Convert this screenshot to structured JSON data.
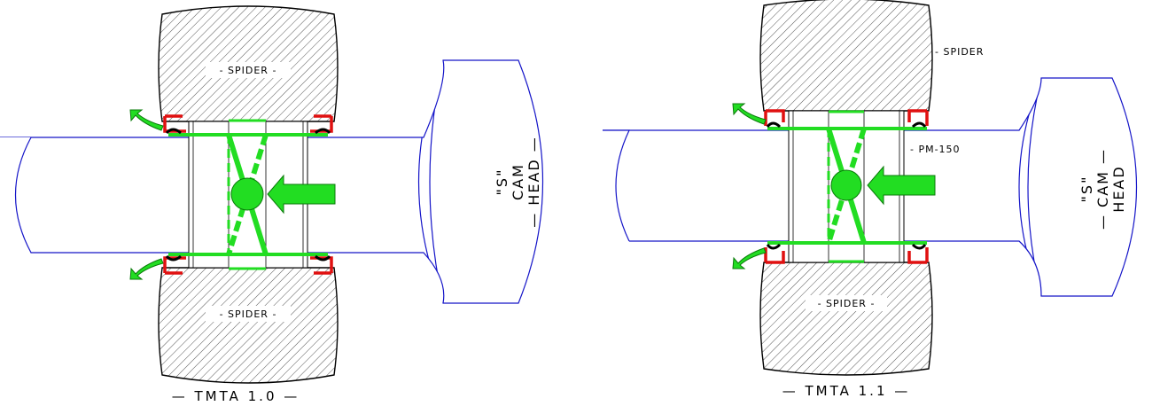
{
  "diagrams": [
    {
      "caption": "— TMTA 1.0 —",
      "spider_top_label": "- SPIDER -",
      "spider_bottom_label": "- SPIDER -",
      "cam_label_lines": [
        "\"S\"",
        "CAM",
        "— HEAD —"
      ]
    },
    {
      "caption": "— TMTA 1.1 —",
      "spider_top_label": "- SPIDER",
      "spider_bottom_label": "- SPIDER -",
      "bushing_label": "- PM-150",
      "cam_label_lines": [
        "\"S\"",
        "— CAM —",
        "HEAD"
      ]
    }
  ],
  "colors": {
    "shaft_outline": "#1414c8",
    "bushing_green": "#22dd22",
    "seal_red": "#e01010",
    "hatch": "#555555"
  }
}
